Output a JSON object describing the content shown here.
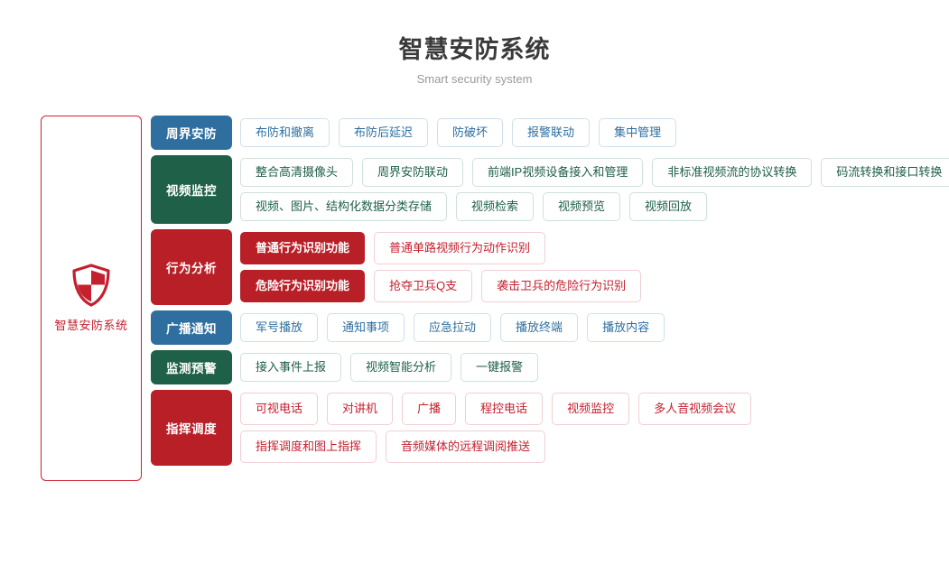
{
  "header": {
    "title": "智慧安防系统",
    "subtitle": "Smart security system"
  },
  "brand": {
    "icon": "shield-icon",
    "label": "智慧安防系统",
    "color": "#c4202e"
  },
  "colors": {
    "blue": "#2f6f9f",
    "green": "#1f6048",
    "red": "#b81f27",
    "brand_red": "#c4202e",
    "title": "#3a3a3a",
    "subtitle": "#9a9a9a"
  },
  "rows": [
    {
      "category": "周界安防",
      "theme": "blue",
      "lines": [
        [
          {
            "label": "布防和撤离",
            "style": "outline"
          },
          {
            "label": "布防后延迟",
            "style": "outline"
          },
          {
            "label": "防破坏",
            "style": "outline"
          },
          {
            "label": "报警联动",
            "style": "outline"
          },
          {
            "label": "集中管理",
            "style": "outline"
          }
        ]
      ]
    },
    {
      "category": "视频监控",
      "theme": "green",
      "lines": [
        [
          {
            "label": "整合高清摄像头",
            "style": "outline"
          },
          {
            "label": "周界安防联动",
            "style": "outline"
          },
          {
            "label": "前端IP视频设备接入和管理",
            "style": "outline"
          },
          {
            "label": "非标准视频流的协议转换",
            "style": "outline"
          },
          {
            "label": "码流转换和接口转换",
            "style": "outline"
          }
        ],
        [
          {
            "label": "视频、图片、结构化数据分类存储",
            "style": "outline"
          },
          {
            "label": "视频检索",
            "style": "outline"
          },
          {
            "label": "视频预览",
            "style": "outline"
          },
          {
            "label": "视频回放",
            "style": "outline"
          }
        ]
      ]
    },
    {
      "category": "行为分析",
      "theme": "red",
      "lines": [
        [
          {
            "label": "普通行为识别功能",
            "style": "filled"
          },
          {
            "label": "普通单路视频行为动作识别",
            "style": "outline"
          }
        ],
        [
          {
            "label": "危险行为识别功能",
            "style": "filled"
          },
          {
            "label": "抢夺卫兵Q支",
            "style": "outline"
          },
          {
            "label": "袭击卫兵的危险行为识别",
            "style": "outline"
          }
        ]
      ]
    },
    {
      "category": "广播通知",
      "theme": "blue",
      "lines": [
        [
          {
            "label": "军号播放",
            "style": "outline"
          },
          {
            "label": "通知事项",
            "style": "outline"
          },
          {
            "label": "应急拉动",
            "style": "outline"
          },
          {
            "label": "播放终端",
            "style": "outline"
          },
          {
            "label": "播放内容",
            "style": "outline"
          }
        ]
      ]
    },
    {
      "category": "监测预警",
      "theme": "green",
      "lines": [
        [
          {
            "label": "接入事件上报",
            "style": "outline"
          },
          {
            "label": "视频智能分析",
            "style": "outline"
          },
          {
            "label": "一键报警",
            "style": "outline"
          }
        ]
      ]
    },
    {
      "category": "指挥调度",
      "theme": "red",
      "lines": [
        [
          {
            "label": "可视电话",
            "style": "outline"
          },
          {
            "label": "对讲机",
            "style": "outline"
          },
          {
            "label": "广播",
            "style": "outline"
          },
          {
            "label": "程控电话",
            "style": "outline"
          },
          {
            "label": "视频监控",
            "style": "outline"
          },
          {
            "label": "多人音视频会议",
            "style": "outline"
          }
        ],
        [
          {
            "label": "指挥调度和图上指挥",
            "style": "outline"
          },
          {
            "label": "音频媒体的远程调阅推送",
            "style": "outline"
          }
        ]
      ]
    }
  ]
}
